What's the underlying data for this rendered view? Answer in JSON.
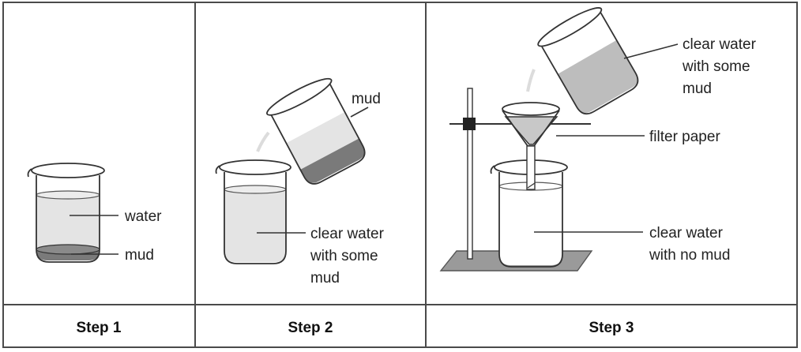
{
  "panels": [
    {
      "step_label": "Step 1",
      "labels": {
        "water": "water",
        "mud": "mud"
      }
    },
    {
      "step_label": "Step 2",
      "labels": {
        "mud": "mud",
        "mix_line1": "clear water",
        "mix_line2": "with some",
        "mix_line3": "mud"
      }
    },
    {
      "step_label": "Step 3",
      "labels": {
        "pour_line1": "clear water",
        "pour_line2": "with some",
        "pour_line3": "mud",
        "filter": "filter paper",
        "result_line1": "clear water",
        "result_line2": "with no mud"
      }
    }
  ],
  "colors": {
    "water": "#e4e4e4",
    "mud": "#7a7a7a",
    "mud_light": "#b9b9b9",
    "stand": "#9a9a9a",
    "clamp": "#222222",
    "frame": "#4a4a4a"
  }
}
